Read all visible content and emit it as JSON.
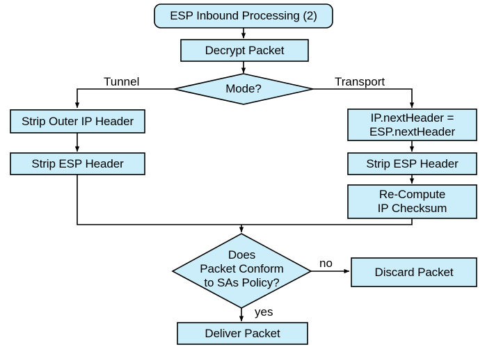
{
  "diagram": {
    "title": "ESP Inbound Processing (2)",
    "colors": {
      "node_fill": "#cceefa",
      "node_stroke": "#000000",
      "edge_stroke": "#000000",
      "text": "#000000",
      "background": "#ffffff"
    },
    "nodes": {
      "start": {
        "label": "ESP Inbound Processing (2)",
        "shape": "rounded-rectangle"
      },
      "decrypt": {
        "label": "Decrypt Packet",
        "shape": "rectangle"
      },
      "mode": {
        "label": "Mode?",
        "shape": "diamond"
      },
      "strip_outer_ip": {
        "label": "Strip Outer IP Header",
        "shape": "rectangle"
      },
      "strip_esp_tunnel": {
        "label": "Strip ESP Header",
        "shape": "rectangle"
      },
      "next_header": {
        "label": "IP.nextHeader =\nESP.nextHeader",
        "shape": "rectangle"
      },
      "strip_esp_transport": {
        "label": "Strip ESP Header",
        "shape": "rectangle"
      },
      "recompute": {
        "label": "Re-Compute\nIP Checksum",
        "shape": "rectangle"
      },
      "conform": {
        "label": "Does\nPacket Conform\nto SAs Policy?",
        "shape": "diamond"
      },
      "discard": {
        "label": "Discard Packet",
        "shape": "rectangle"
      },
      "deliver": {
        "label": "Deliver Packet",
        "shape": "rectangle"
      }
    },
    "edge_labels": {
      "tunnel": "Tunnel",
      "transport": "Transport",
      "no": "no",
      "yes": "yes"
    }
  }
}
